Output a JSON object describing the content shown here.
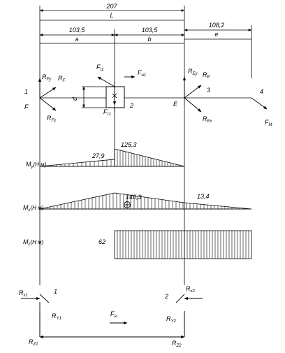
{
  "dimensions": {
    "total": "207",
    "total_symbol": "L",
    "seg_a": "103,5",
    "seg_a_symbol": "a",
    "seg_b": "103,5",
    "seg_b_symbol": "b",
    "seg_e": "108,2",
    "seg_e_symbol": "e"
  },
  "points": {
    "p1": "1",
    "p2": "2",
    "p3": "3",
    "p4": "4",
    "pF": "F",
    "pE": "E"
  },
  "shaft": {
    "diameter_symbol": "d"
  },
  "forces": {
    "RFy_main": "R",
    "RFy_sub": "Fy",
    "RF_main": "R",
    "RF_sub": "F",
    "RFx_main": "R",
    "RFx_sub": "Fx",
    "Ft1_main": "F",
    "Ft1_sub": "t1",
    "Fa1_main": "F",
    "Fa1_sub": "a1",
    "Fr1_main": "F",
    "Fr1_sub": "r1",
    "REy_main": "R",
    "REy_sub": "Ey",
    "RE_main": "R",
    "RE_sub": "E",
    "REx_main": "R",
    "REx_sub": "Ex",
    "FM_main": "F",
    "FM_sub": "M"
  },
  "moment_labels": {
    "My_main": "M",
    "My_sub": "y",
    "My_unit": "(Н м)",
    "Mx_main": "M",
    "Mx_sub": "x",
    "Mx_unit": "(Н м)",
    "Mz_main": "M",
    "Mz_sub": "z",
    "Mz_unit": "(Н м)"
  },
  "values": {
    "my_left": "27,9",
    "my_right": "125,3",
    "mx_peak": "140,3",
    "mx_right": "13,4",
    "mz": "62"
  },
  "bottom": {
    "Rx1_main": "R",
    "Rx1_sub": "x1",
    "Ry1_main": "R",
    "Ry1_sub": "Y1",
    "Rz1_main": "R",
    "Rz1_sub": "Z1",
    "Rx2_main": "R",
    "Rx2_sub": "x2",
    "Ry2_main": "R",
    "Ry2_sub": "Y2",
    "Rz2_main": "R",
    "Rz2_sub": "Z2",
    "Fa_main": "F",
    "Fa_sub": "a",
    "b1": "1",
    "b2": "2"
  }
}
